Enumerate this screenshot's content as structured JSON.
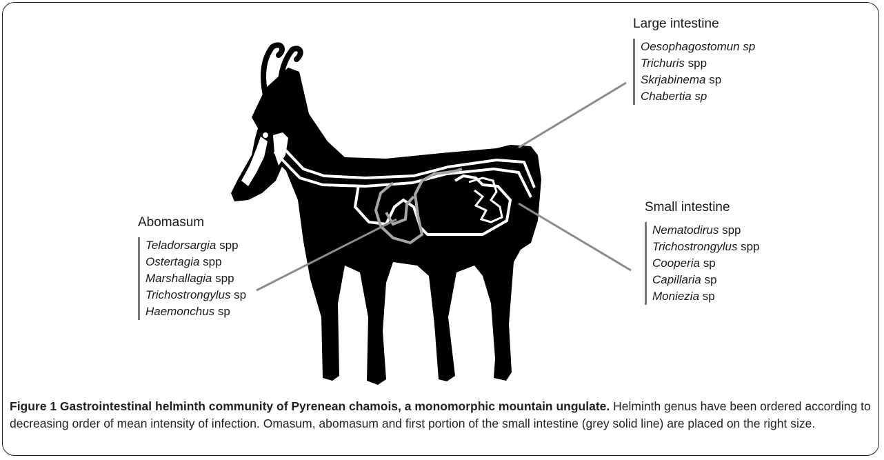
{
  "groups": {
    "large_intestine": {
      "title": "Large intestine",
      "items": [
        {
          "genus": "Oesophagostomun sp",
          "suffix": ""
        },
        {
          "genus": "Trichuris",
          "suffix": " spp"
        },
        {
          "genus": "Skrjabinema",
          "suffix": " sp"
        },
        {
          "genus": "Chabertia sp",
          "suffix": ""
        }
      ]
    },
    "small_intestine": {
      "title": "Small intestine",
      "items": [
        {
          "genus": "Nematodirus",
          "suffix": " spp"
        },
        {
          "genus": "Trichostrongylus",
          "suffix": " spp"
        },
        {
          "genus": "Cooperia",
          "suffix": " sp"
        },
        {
          "genus": "Capillaria",
          "suffix": " sp"
        },
        {
          "genus": "Moniezia",
          "suffix": " sp"
        }
      ]
    },
    "abomasum": {
      "title": "Abomasum",
      "items": [
        {
          "genus": "Teladorsargia",
          "suffix": " spp"
        },
        {
          "genus": "Ostertagia",
          "suffix": " spp"
        },
        {
          "genus": "Marshallagia",
          "suffix": " spp"
        },
        {
          "genus": "Trichostrongylus",
          "suffix": " sp"
        },
        {
          "genus": "Haemonchus",
          "suffix": " sp"
        }
      ]
    }
  },
  "caption": {
    "label": "Figure 1 Gastrointestinal helminth community of Pyrenean chamois, a monomorphic mountain ungulate.",
    "text": " Helminth genus have been ordered according to decreasing order of mean intensity of infection. Omasum, abomasum and first portion of the small intestine (grey solid line) are placed on the right size."
  },
  "colors": {
    "animal": "#000000",
    "intestine_outline": "#ffffff",
    "stomach_outline": "#a6a6a6",
    "leader_line": "#8c8c8c"
  }
}
